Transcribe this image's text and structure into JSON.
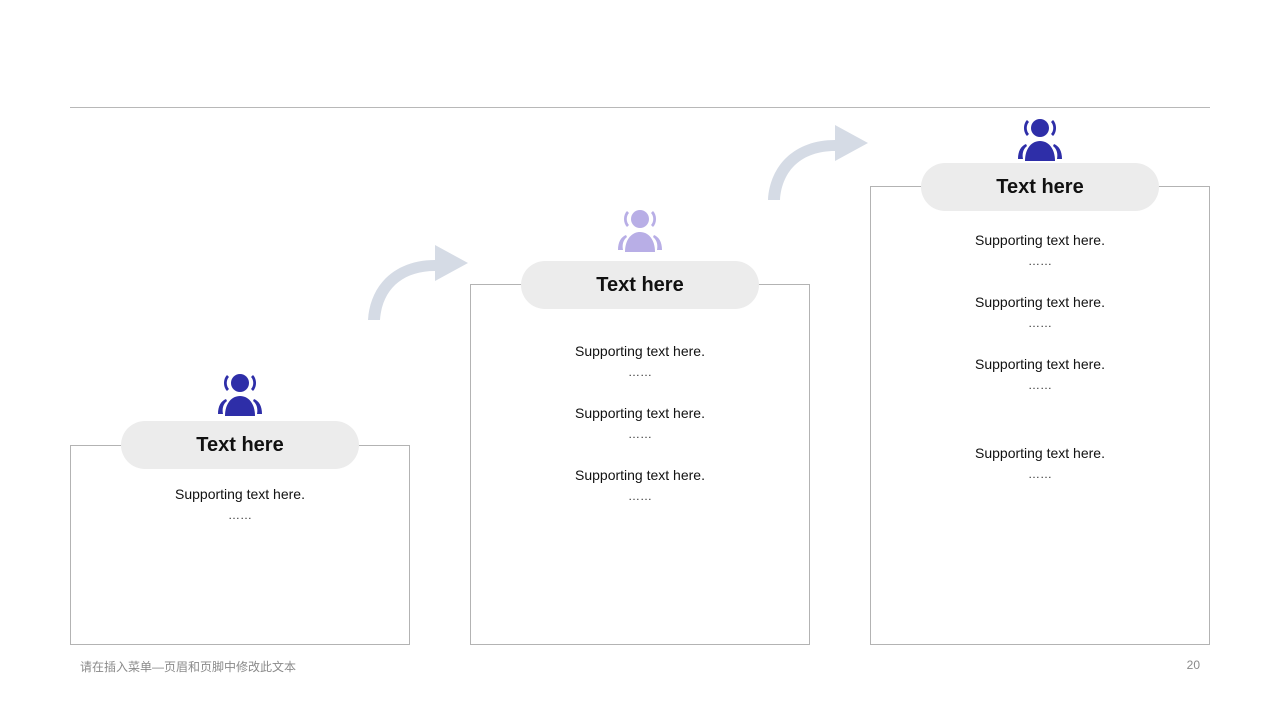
{
  "colors": {
    "dark_icon": "#2e2ea8",
    "light_icon": "#b8aee6",
    "arrow": "#d5dbe5",
    "pill": "#ececec"
  },
  "steps": [
    {
      "title": "Text here",
      "icon": "people-group-icon",
      "items": [
        {
          "text": "Supporting text here.",
          "dots": "……"
        }
      ]
    },
    {
      "title": "Text here",
      "icon": "people-group-icon",
      "items": [
        {
          "text": "Supporting text here.",
          "dots": "……"
        },
        {
          "text": "Supporting text here.",
          "dots": "……"
        },
        {
          "text": "Supporting text here.",
          "dots": "……"
        }
      ]
    },
    {
      "title": "Text here",
      "icon": "people-group-icon",
      "items": [
        {
          "text": "Supporting text here.",
          "dots": "……"
        },
        {
          "text": "Supporting text here.",
          "dots": "……"
        },
        {
          "text": "Supporting text here.",
          "dots": "……"
        },
        {
          "text": "Supporting text here.",
          "dots": "……"
        }
      ]
    }
  ],
  "footer": {
    "text": "请在插入菜单—页眉和页脚中修改此文本",
    "page_number": "20"
  }
}
